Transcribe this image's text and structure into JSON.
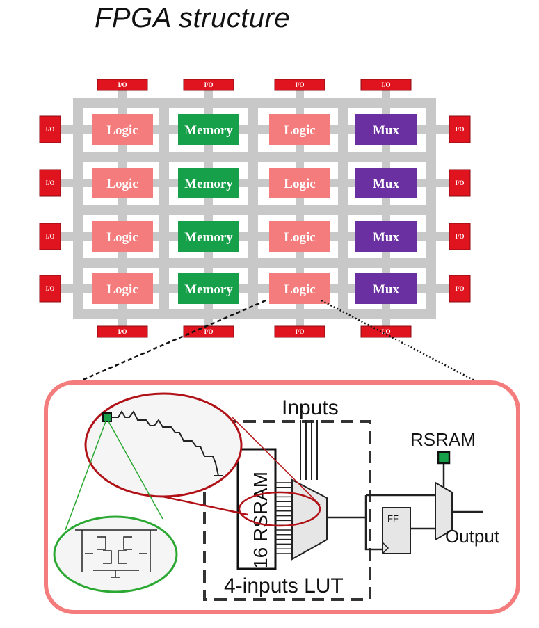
{
  "title": "FPGA structure",
  "io_label": "I/O",
  "block_grid": [
    [
      "Logic",
      "Memory",
      "Logic",
      "Mux"
    ],
    [
      "Logic",
      "Memory",
      "Logic",
      "Mux"
    ],
    [
      "Logic",
      "Memory",
      "Logic",
      "Mux"
    ],
    [
      "Logic",
      "Memory",
      "Logic",
      "Mux"
    ]
  ],
  "block_colors": {
    "Logic": "#f47c7c",
    "Memory": "#17a04a",
    "Mux": "#6a2fa0",
    "IO": "#e0141e",
    "Routing": "#c8c8c8",
    "Detail_border": "#f47c7c",
    "Zoom_red": "#b01218",
    "Zoom_green": "#2aa832"
  },
  "detail": {
    "inputs_label": "Inputs",
    "rsram_label": "RSRAM",
    "sram_array_label": "16 RSRAM",
    "ff_label": "FF",
    "output_label": "Output",
    "lut_label": "4-inputs LUT"
  }
}
